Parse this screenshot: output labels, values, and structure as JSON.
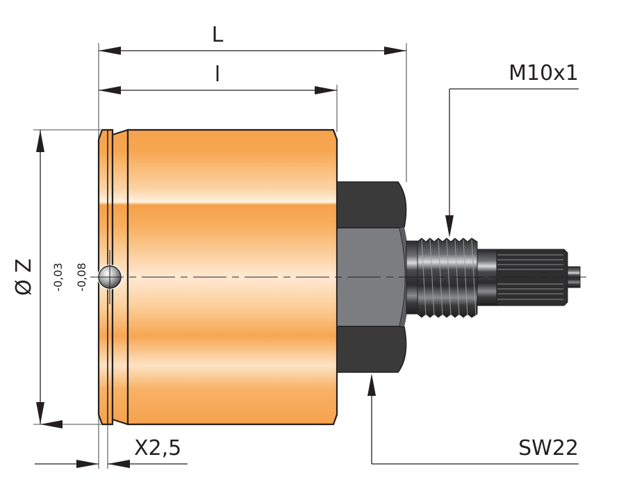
{
  "title": "Ball-lock indexing plunger dimension drawing",
  "dimensions": {
    "overall_length": "L",
    "body_length": "l",
    "diameter": "Ø Z",
    "tolerance_upper": "-0,03",
    "tolerance_lower": "-0,08",
    "groove_width": "X2,5",
    "thread": "M10x1",
    "wrench_size": "SW22"
  },
  "colors": {
    "body_orange": "#f6a24c",
    "body_highlight": "#fde8cf",
    "nut_dark": "#3a3a3b",
    "nut_mid": "#7c7d80",
    "line": "#231f20",
    "extension_line": "#6d6e71"
  }
}
